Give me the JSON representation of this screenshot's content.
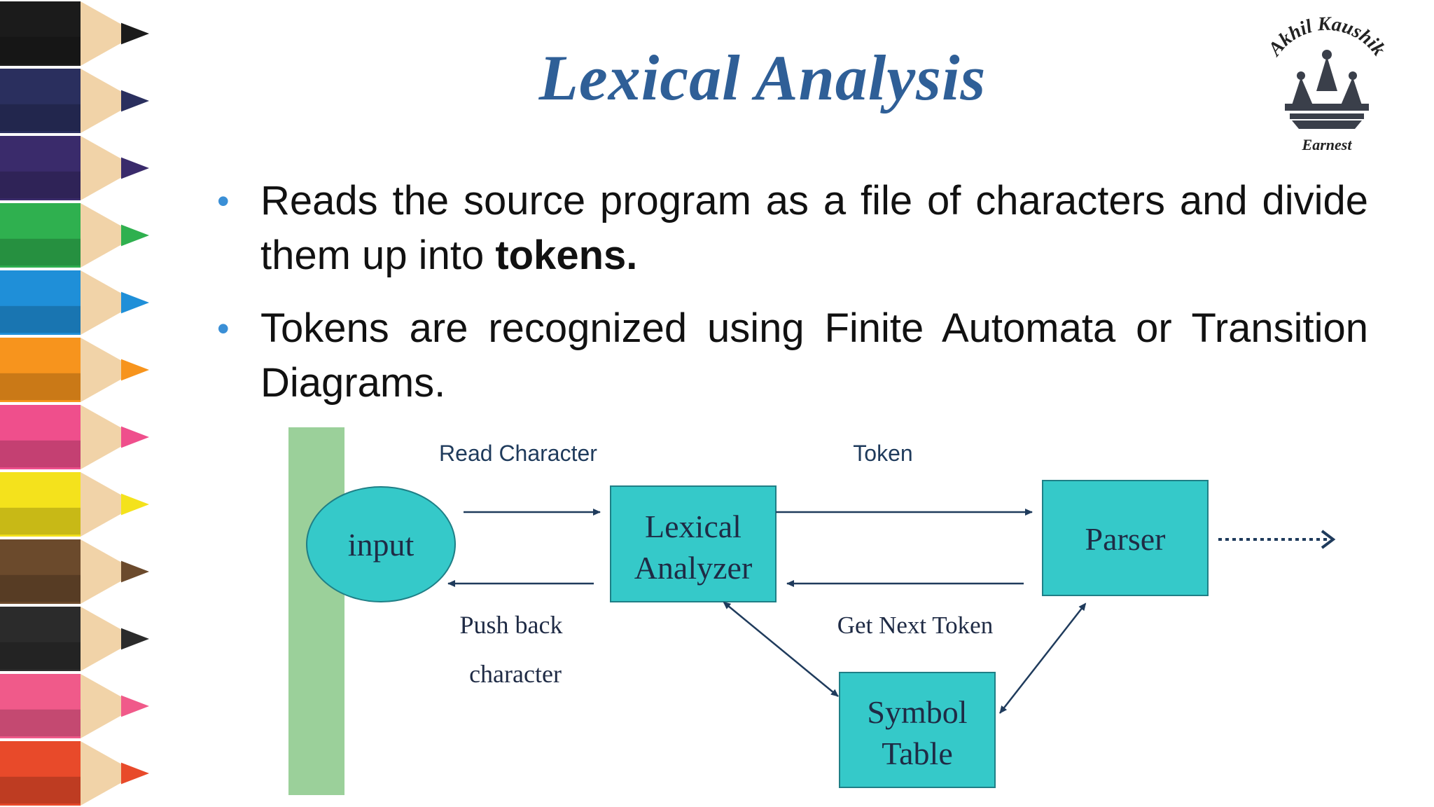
{
  "title": "Lexical Analysis",
  "logo": {
    "name": "Akhil Kaushik",
    "tagline": "Earnest"
  },
  "bullets": [
    {
      "text": "Reads the source program as a file of characters and divide them up into ",
      "bold": "tokens."
    },
    {
      "text": "Tokens are recognized using Finite Automata or Transition Diagrams.",
      "bold": ""
    }
  ],
  "diagram": {
    "nodes": {
      "input": "input",
      "lexical_analyzer_line1": "Lexical",
      "lexical_analyzer_line2": "Analyzer",
      "parser": "Parser",
      "symbol_table_line1": "Symbol",
      "symbol_table_line2": "Table"
    },
    "edges": {
      "read_character": "Read Character",
      "token": "Token",
      "push_back_line1": "Push back",
      "push_back_line2": "character",
      "get_next_token": "Get Next Token"
    },
    "colors": {
      "node_fill": "#35c9c9",
      "node_stroke": "#1f7f86",
      "input_bar": "#9bd09a",
      "arrow": "#1f3b5c",
      "title": "#2f5f97",
      "bullet_dot": "#3a8fd6"
    }
  },
  "pencil_colors": [
    "#1b1b1b",
    "#2a2f5e",
    "#3a2b6b",
    "#2fb04f",
    "#1f8fd8",
    "#f7941d",
    "#ef4f8c",
    "#f4e21c",
    "#6b4a2c",
    "#2b2b2b",
    "#f05a8a",
    "#e84a2a"
  ]
}
